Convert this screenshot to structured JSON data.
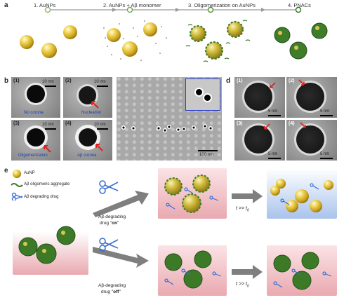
{
  "panel_a": {
    "letter": "a",
    "steps": [
      "1. AuNPs",
      "2. AuNPs + Aβ monomer",
      "3. Oligomerization on AuNPs",
      "4. PNACs"
    ]
  },
  "panel_b": {
    "letter": "b",
    "subpanels": [
      {
        "num": "(1)",
        "caption": "No corona",
        "scale": "10 nm"
      },
      {
        "num": "(2)",
        "caption": "Nucleation",
        "scale": "10 nm"
      },
      {
        "num": "(3)",
        "caption": "Oligomerization",
        "scale": "10 nm"
      },
      {
        "num": "(4)",
        "caption": "Aβ corona",
        "scale": "10 nm"
      }
    ]
  },
  "panel_c": {
    "letter": "c",
    "scale": "100 nm"
  },
  "panel_d": {
    "letter": "d",
    "subpanels": [
      {
        "num": "(1)",
        "scale": "5 nm"
      },
      {
        "num": "(2)",
        "scale": "5 nm"
      },
      {
        "num": "(3)",
        "scale": "5 nm"
      },
      {
        "num": "(4)",
        "scale": "5 nm"
      }
    ]
  },
  "panel_e": {
    "letter": "e",
    "legend": [
      "AuNP",
      "Aβ oligomeric aggregate",
      "Aβ degrading drug"
    ],
    "drug_on": {
      "line1": "Aβ-degrading",
      "line2_prefix": "drug \"",
      "state": "on",
      "line2_suffix": "\""
    },
    "drug_off": {
      "line1": "Aβ-degrading",
      "line2_prefix": "drug \"",
      "state": "off",
      "line2_suffix": "\""
    },
    "time_label": "t >> t",
    "time_sub": "0"
  },
  "colors": {
    "gold": "#e2c23a",
    "green": "#3f7d2a",
    "pink": "#e8b0b5",
    "blue_bg": "#a9c3ec",
    "red_arrow": "#e0201c",
    "em_blue": "#1a3fb5"
  }
}
